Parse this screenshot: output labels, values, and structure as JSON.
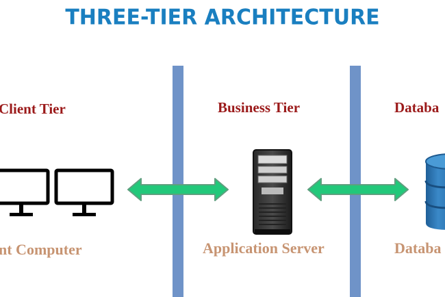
{
  "title": "THREE-TIER ARCHITECTURE",
  "tiers": [
    {
      "label": "Client Tier",
      "component": "nt Computer",
      "icon": "monitors-icon"
    },
    {
      "label": "Business Tier",
      "component": "Application Server",
      "icon": "server-tower-icon"
    },
    {
      "label": "Databa",
      "component": "Databa",
      "icon": "database-cylinder-icon"
    }
  ],
  "colors": {
    "title": "#1a7fc0",
    "tier_label": "#9b1a1a",
    "component_label": "#c79472",
    "divider": "#6f93c8",
    "arrow_fill": "#22c87a",
    "arrow_stroke": "#5f9f7f",
    "database": "#2f76b4"
  }
}
